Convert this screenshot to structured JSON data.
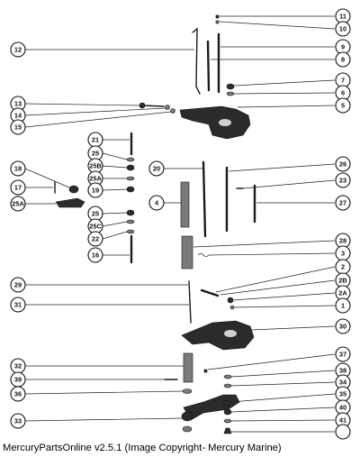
{
  "caption": "MercuryPartsOnline v2.5.1 (Image Copyright- Mercury Marine)",
  "callouts": [
    "11",
    "10",
    "12",
    "9",
    "8",
    "7",
    "6",
    "5",
    "13",
    "14",
    "15",
    "21",
    "25",
    "25B",
    "25A",
    "19",
    "18",
    "17",
    "25A",
    "25",
    "25C",
    "22",
    "16",
    "20",
    "4",
    "26",
    "23",
    "27",
    "28",
    "3",
    "2",
    "2B",
    "2A",
    "1",
    "30",
    "29",
    "31",
    "32",
    "39",
    "36",
    "33",
    "37",
    "38",
    "34",
    "35",
    "40",
    "41"
  ]
}
